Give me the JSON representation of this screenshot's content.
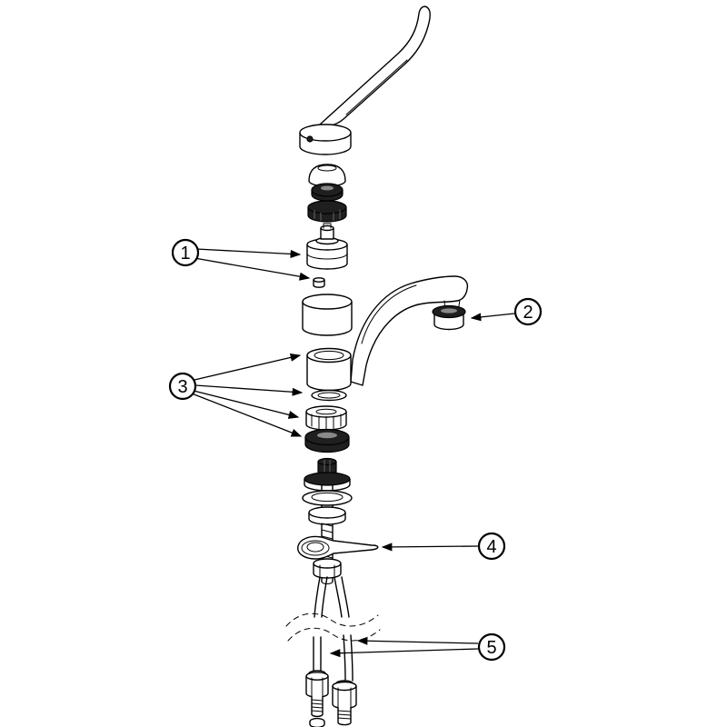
{
  "page": {
    "background": "#ffffff"
  },
  "diagram": {
    "type": "exploded-parts-diagram",
    "subject": "single-lever-mixer-tap",
    "line_color": "#000000",
    "dark_fill": "#1f1f1f",
    "callouts": [
      {
        "label": "1",
        "points_to": "cartridge-and-fixing-screw"
      },
      {
        "label": "2",
        "points_to": "aerator"
      },
      {
        "label": "3",
        "points_to": "spout-rings-and-seals"
      },
      {
        "label": "4",
        "points_to": "mounting-bracket"
      },
      {
        "label": "5",
        "points_to": "flexible-supply-hoses"
      }
    ]
  }
}
